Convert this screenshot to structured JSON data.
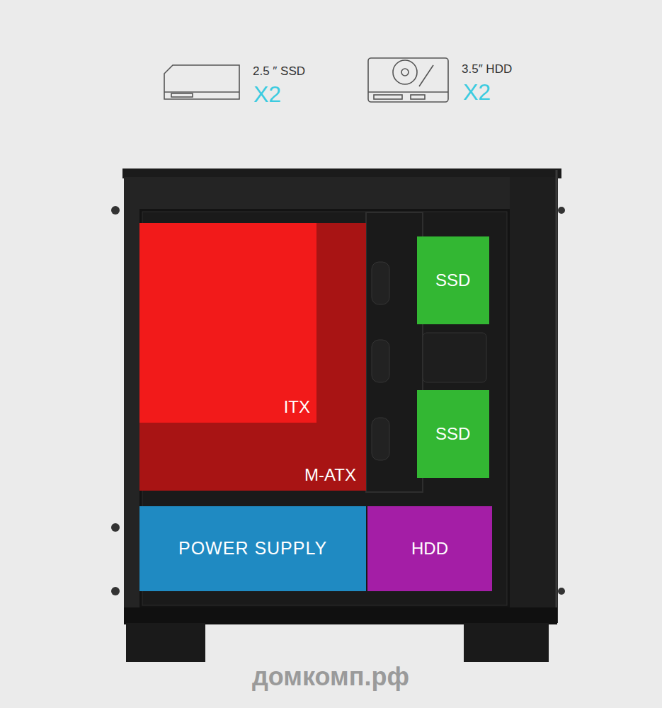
{
  "diagram": {
    "nodes": [
      {
        "text": [
          "M-ATX"
        ]
      },
      {
        "text": [
          "ITX"
        ],
        "in": 0
      },
      {
        "text": [
          "SSD"
        ]
      },
      {
        "text": [
          "SSD"
        ]
      },
      {
        "text": [
          "POWER SUPPLY"
        ]
      },
      {
        "text": [
          "HDD"
        ]
      }
    ],
    "labels": [
      "2.5 ″ SSD",
      "X2",
      "3.5″ HDD",
      "X2",
      "домкомп.рф"
    ]
  }
}
